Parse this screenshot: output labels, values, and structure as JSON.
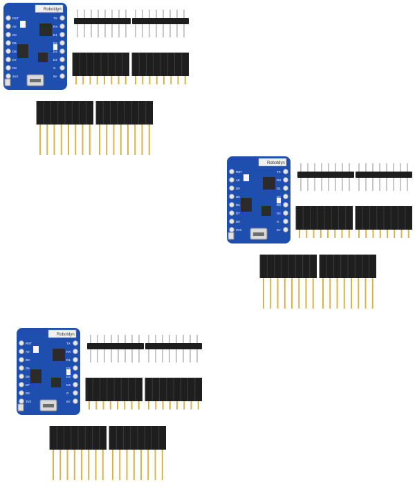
{
  "image": {
    "kits": [
      {
        "board": {
          "pcb_color": "#1f4fae",
          "antenna_text": "Robotdyn",
          "left_pins": [
            "RST",
            "A0",
            "D0",
            "D5",
            "D6",
            "D7",
            "D8",
            "3V3"
          ],
          "right_pins": [
            "TX",
            "RX",
            "D1",
            "D2",
            "D3",
            "D4",
            "G",
            "5V"
          ]
        }
      },
      {
        "board": {
          "pcb_color": "#1f4fae",
          "antenna_text": "Robotdyn",
          "left_pins": [
            "RST",
            "A0",
            "D0",
            "D5",
            "D6",
            "D7",
            "D8",
            "3V3"
          ],
          "right_pins": [
            "TX",
            "RX",
            "D1",
            "D2",
            "D3",
            "D4",
            "G",
            "5V"
          ]
        }
      },
      {
        "board": {
          "pcb_color": "#1f4fae",
          "antenna_text": "Robotdyn",
          "left_pins": [
            "RST",
            "A0",
            "D0",
            "D5",
            "D6",
            "D7",
            "D8",
            "3V3"
          ],
          "right_pins": [
            "TX",
            "RX",
            "D1",
            "D2",
            "D3",
            "D4",
            "G",
            "5V"
          ]
        }
      }
    ],
    "colors": {
      "background": "#ffffff",
      "pcb": "#1f4fae",
      "header_plastic": "#1e1e1e",
      "pin_gold": "#d9b44a",
      "pin_silver": "#c8c8c8"
    }
  }
}
